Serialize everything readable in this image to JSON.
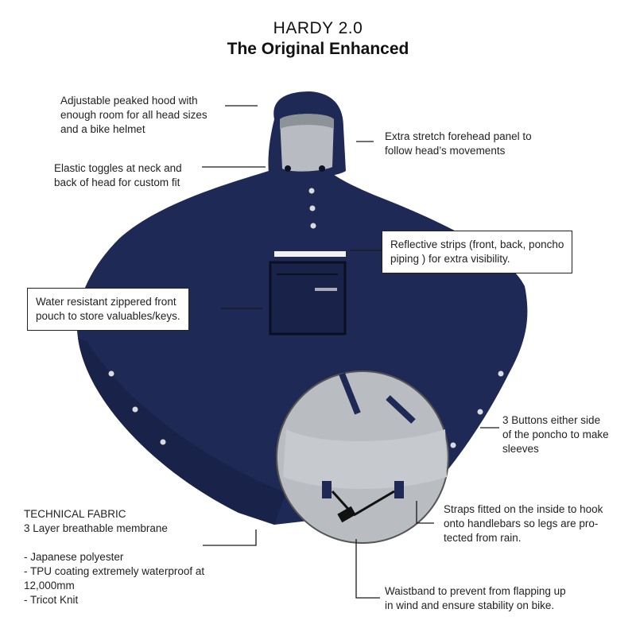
{
  "title": {
    "line1": "HARDY 2.0",
    "line2": "The Original Enhanced"
  },
  "callouts": {
    "hood": [
      "Adjustable peaked hood with",
      "enough room for all head sizes",
      "and a bike helmet"
    ],
    "forehead": [
      "Extra stretch forehead panel to",
      "follow head’s movements"
    ],
    "toggles": [
      "Elastic toggles at neck and",
      "back of head for custom fit"
    ],
    "reflective": [
      "Reflective strips (front, back, poncho",
      "piping ) for extra visibility."
    ],
    "pouch": [
      "Water resistant zippered front",
      "pouch to store valuables/keys."
    ],
    "buttons": [
      "3 Buttons either side",
      "of the poncho to make",
      "sleeves"
    ],
    "straps": [
      "Straps fitted on the inside to hook",
      "onto handlebars so legs are pro-",
      "tected from rain."
    ],
    "waistband": [
      "Waistband to prevent from flapping up",
      "in wind and ensure stability on bike."
    ],
    "fabric": [
      "TECHNICAL FABRIC",
      "3 Layer breathable membrane",
      "",
      "- Japanese polyester",
      "- TPU coating extremely waterproof at",
      "12,000mm",
      "- Tricot Knit"
    ]
  },
  "colors": {
    "poncho": "#1e2a55",
    "poncho_shade": "#182247",
    "lining": "#b8bcc2",
    "reflective": "#f2f2f2"
  },
  "icons": [
    "poncho-illustration",
    "hood-icon",
    "pouch-icon",
    "zoom-inset-icon",
    "strap-icon"
  ]
}
